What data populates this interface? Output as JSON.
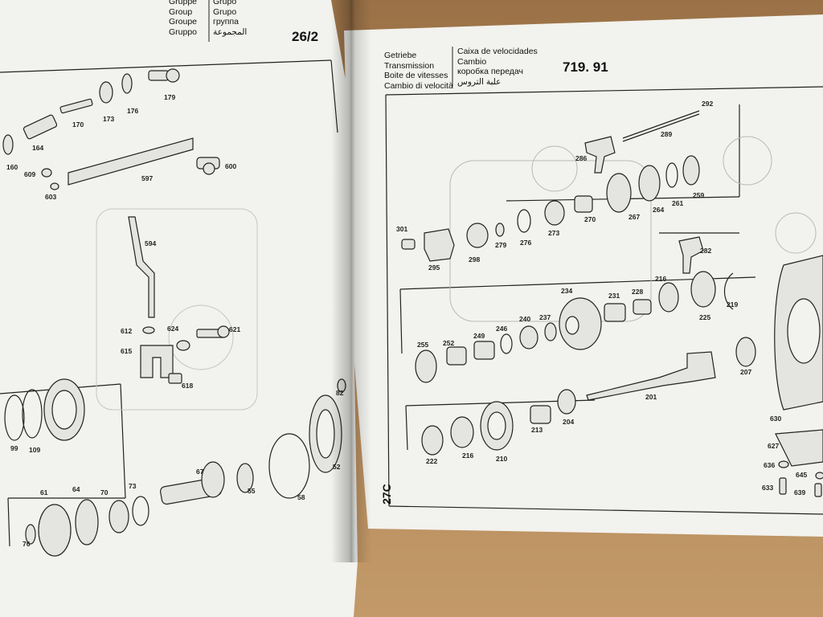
{
  "left_page": {
    "header": {
      "de": "Gruppe",
      "pt": "Grupo",
      "en": "Group",
      "ru": "группа",
      "fr": "Groupe",
      "ar": "المجموعة",
      "it": "Gruppo",
      "es": "Grupo"
    },
    "page_number": "26/2",
    "part_labels": [
      "179",
      "170",
      "173",
      "176",
      "160",
      "164",
      "609",
      "603",
      "597",
      "600",
      "594",
      "612",
      "624",
      "621",
      "615",
      "618",
      "99",
      "109",
      "61",
      "64",
      "70",
      "73",
      "67",
      "55",
      "58",
      "52",
      "82",
      "76"
    ]
  },
  "right_page": {
    "header": {
      "de": "Getriebe",
      "en": "Transmission",
      "fr": "Boite de vitesses",
      "it": "Cambio di velocità",
      "pt": "Caixa de velocidades",
      "es": "Cambio",
      "ru": "коробка передач",
      "ar": "علبة التروس"
    },
    "model_number": "719. 91",
    "side_label": "27C",
    "part_labels": [
      "292",
      "289",
      "286",
      "301",
      "295",
      "298",
      "279",
      "276",
      "273",
      "270",
      "267",
      "264",
      "261",
      "259",
      "282",
      "234",
      "231",
      "228",
      "216",
      "255",
      "252",
      "249",
      "246",
      "240",
      "237",
      "225",
      "219",
      "201",
      "207",
      "222",
      "216",
      "210",
      "213",
      "204",
      "630",
      "627",
      "636",
      "633",
      "645",
      "639"
    ]
  }
}
